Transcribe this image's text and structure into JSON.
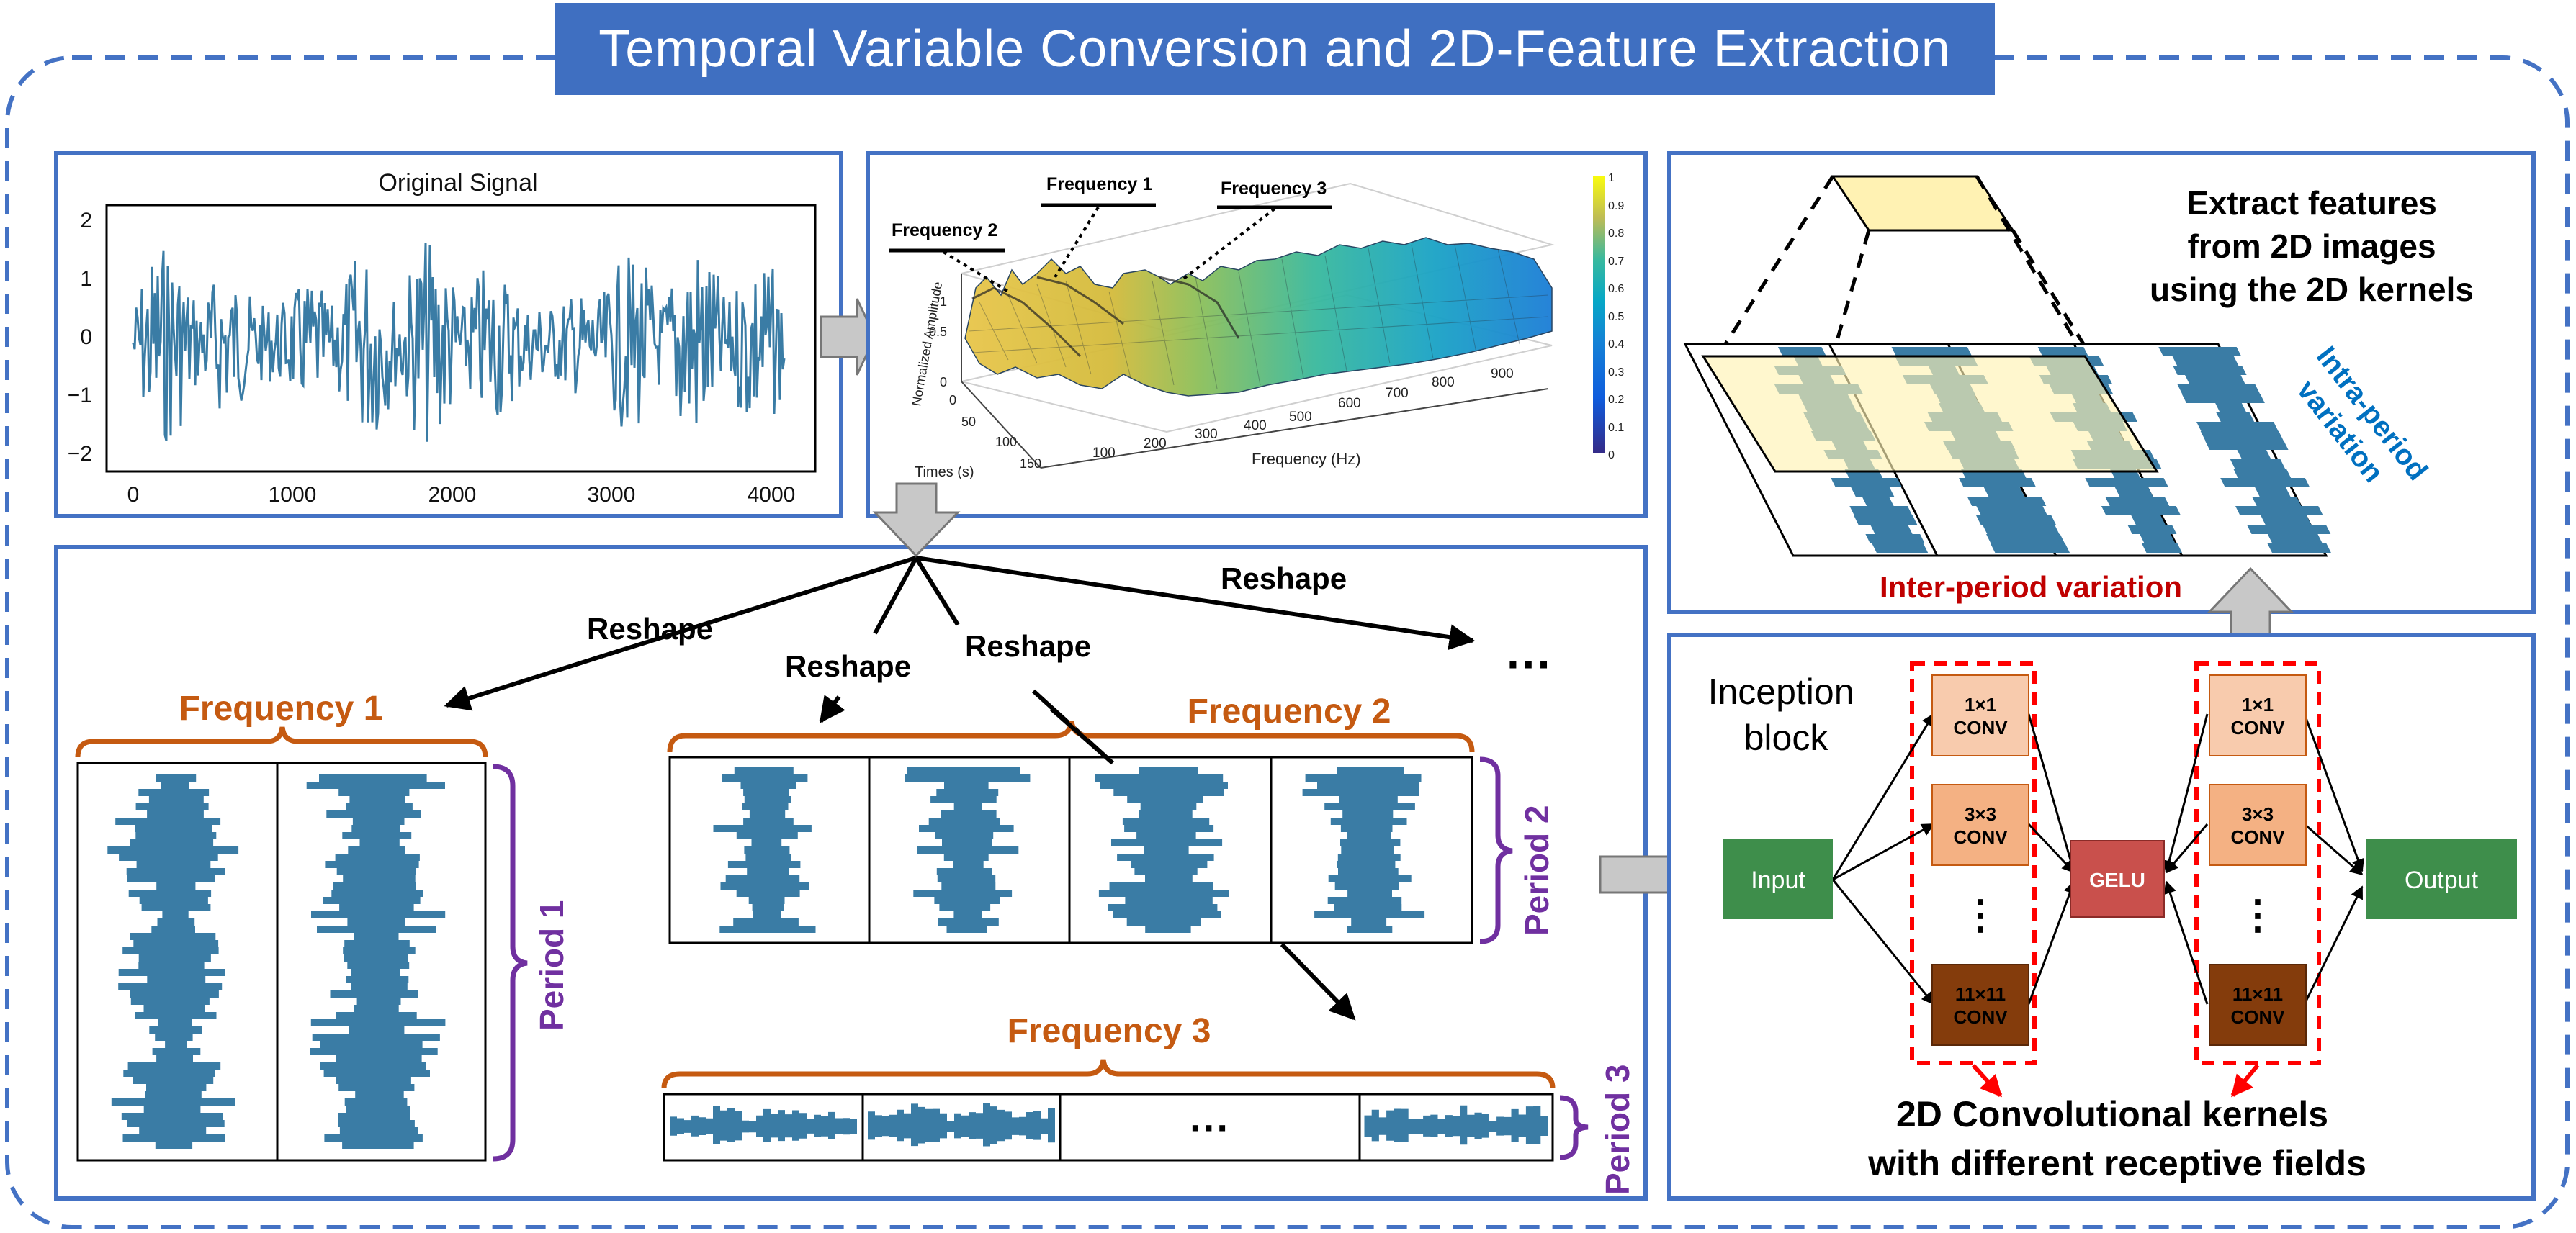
{
  "title": "Temporal Variable Conversion and 2D-Feature Extraction",
  "original_signal": {
    "title": "Original Signal",
    "y_ticks": [
      "2",
      "1",
      "0",
      "−1",
      "−2"
    ],
    "x_ticks": [
      "0",
      "1000",
      "2000",
      "3000",
      "4000"
    ],
    "color": "#3a7ca5"
  },
  "spectrum_3d": {
    "annotations": [
      "Frequency 2",
      "Frequency 1",
      "Frequency 3"
    ],
    "z_label": "Normalized Amplitude",
    "z_ticks": [
      "1",
      "0.5",
      "0"
    ],
    "time_label": "Times (s)",
    "time_ticks": [
      "0",
      "50",
      "100",
      "150"
    ],
    "freq_label": "Frequency (Hz)",
    "freq_ticks": [
      "100",
      "200",
      "300",
      "400",
      "500",
      "600",
      "700",
      "800",
      "900"
    ],
    "colorbar_ticks": [
      "1",
      "0.9",
      "0.8",
      "0.7",
      "0.6",
      "0.5",
      "0.4",
      "0.3",
      "0.2",
      "0.1",
      "0"
    ],
    "colormap": "parula"
  },
  "reshape": {
    "labels": [
      "Reshape",
      "Reshape",
      "Reshape",
      "Reshape"
    ],
    "ellipsis": "···"
  },
  "periods": {
    "frequency_1": "Frequency 1",
    "frequency_2": "Frequency 2",
    "frequency_3": "Frequency 3",
    "period_1": "Period 1",
    "period_2": "Period 2",
    "period_3": "Period 3",
    "ellipsis": "···",
    "freq_color": "#c55a11",
    "period_color": "#7030a0"
  },
  "extract": {
    "lines": [
      "Extract features",
      "from 2D images",
      "using the 2D kernels"
    ],
    "intra_label": [
      "Intra-period",
      "variation"
    ],
    "inter_label": "Inter-period variation",
    "intra_color": "#0070c0",
    "inter_color": "#c00000"
  },
  "inception": {
    "label_lines": [
      "Inception",
      "block"
    ],
    "input": "Input",
    "output": "Output",
    "gelu": "GELU",
    "convs": [
      {
        "size": "1×1",
        "op": "CONV",
        "color": "#f8cbad"
      },
      {
        "size": "3×3",
        "op": "CONV",
        "color": "#f4b183"
      },
      {
        "size": "11×11",
        "op": "CONV",
        "color": "#843c0c"
      }
    ],
    "vdots": "⋮",
    "caption_lines": [
      "2D Convolutional kernels",
      "with different receptive fields"
    ],
    "io_color": "#3e8e4b",
    "gelu_color": "#c9504c",
    "dash_color": "#ff0000"
  },
  "frame_color": "#4472c4"
}
